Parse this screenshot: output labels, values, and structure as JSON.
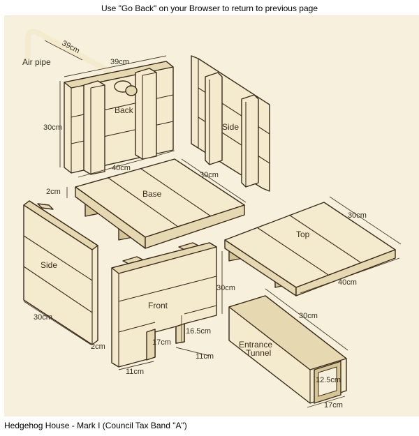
{
  "header": {
    "note": "Use \"Go Back\" on your Browser to return to previous page"
  },
  "caption": "Hedgehog House - Mark I (Council Tax Band \"A\")",
  "diagram": {
    "parts": {
      "air_pipe": "Air pipe",
      "back": "Back",
      "side_right": "Side",
      "base": "Base",
      "side_left": "Side",
      "top": "Top",
      "front": "Front",
      "tunnel_line1": "Entrance",
      "tunnel_line2": "Tunnel"
    },
    "dims": {
      "pipe_length": "39cm",
      "back_width": "39cm",
      "back_height": "30cm",
      "base_width": "40cm",
      "base_depth": "30cm",
      "base_thickness": "2cm",
      "top_depth": "30cm",
      "top_width": "40cm",
      "side_width": "30cm",
      "side_thickness": "2cm",
      "front_height": "30cm",
      "leg_height": "16.5cm",
      "gap_width": "17cm",
      "leg_width_left": "11cm",
      "leg_width_right": "11cm",
      "tunnel_length": "30cm",
      "tunnel_height": "12.5cm",
      "tunnel_width": "17cm"
    }
  }
}
